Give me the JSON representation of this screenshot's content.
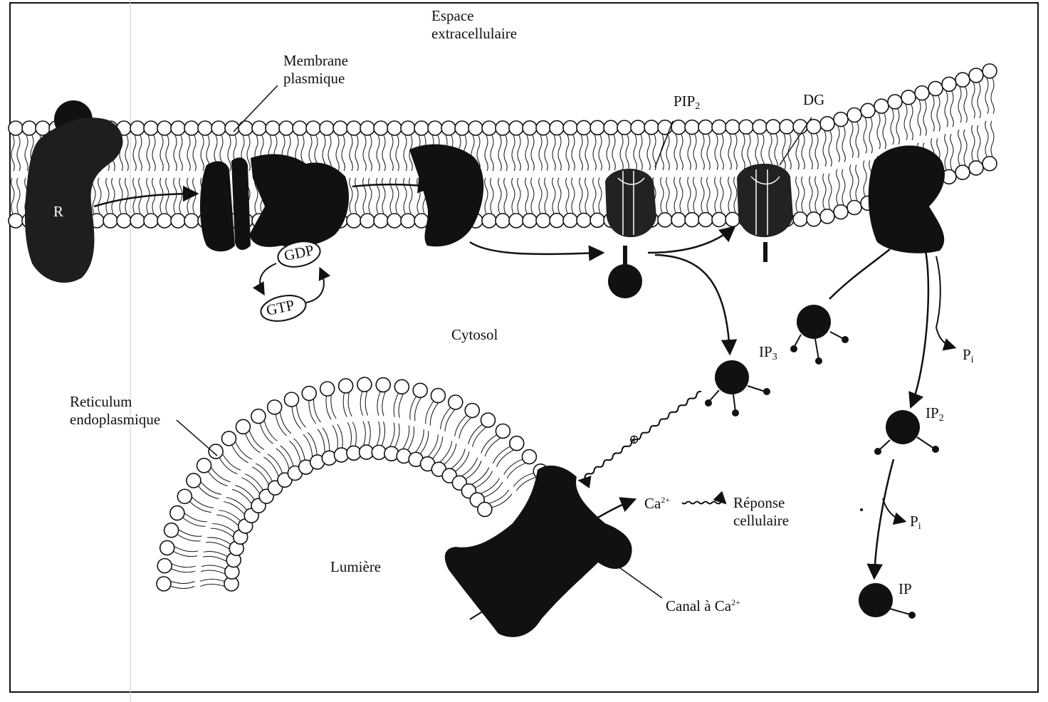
{
  "labels": {
    "espace": "Espace",
    "extracellulaire": "extracellulaire",
    "membrane": "Membrane",
    "plasmique": "plasmique",
    "pip": "PIP",
    "pip_sub": "2",
    "dg": "DG",
    "r": "R",
    "gdp": "GDP",
    "gtp": "GTP",
    "cytosol": "Cytosol",
    "ip3": "IP",
    "ip3_sub": "3",
    "pi1": "P",
    "pi1_sub": "i",
    "ip2": "IP",
    "ip2_sub": "2",
    "pi2": "P",
    "pi2_sub": "i",
    "ip": "IP",
    "reticulum": "Reticulum",
    "endoplasmique": "endoplasmique",
    "lumiere": "Lumière",
    "ca": "Ca",
    "ca_sup": "2+",
    "reponse": "Réponse",
    "cellulaire": "cellulaire",
    "canal": "Canal à Ca",
    "canal_sup": "2+",
    "plus": "⊕"
  },
  "colors": {
    "ink": "#111111",
    "paper": "#ffffff"
  }
}
